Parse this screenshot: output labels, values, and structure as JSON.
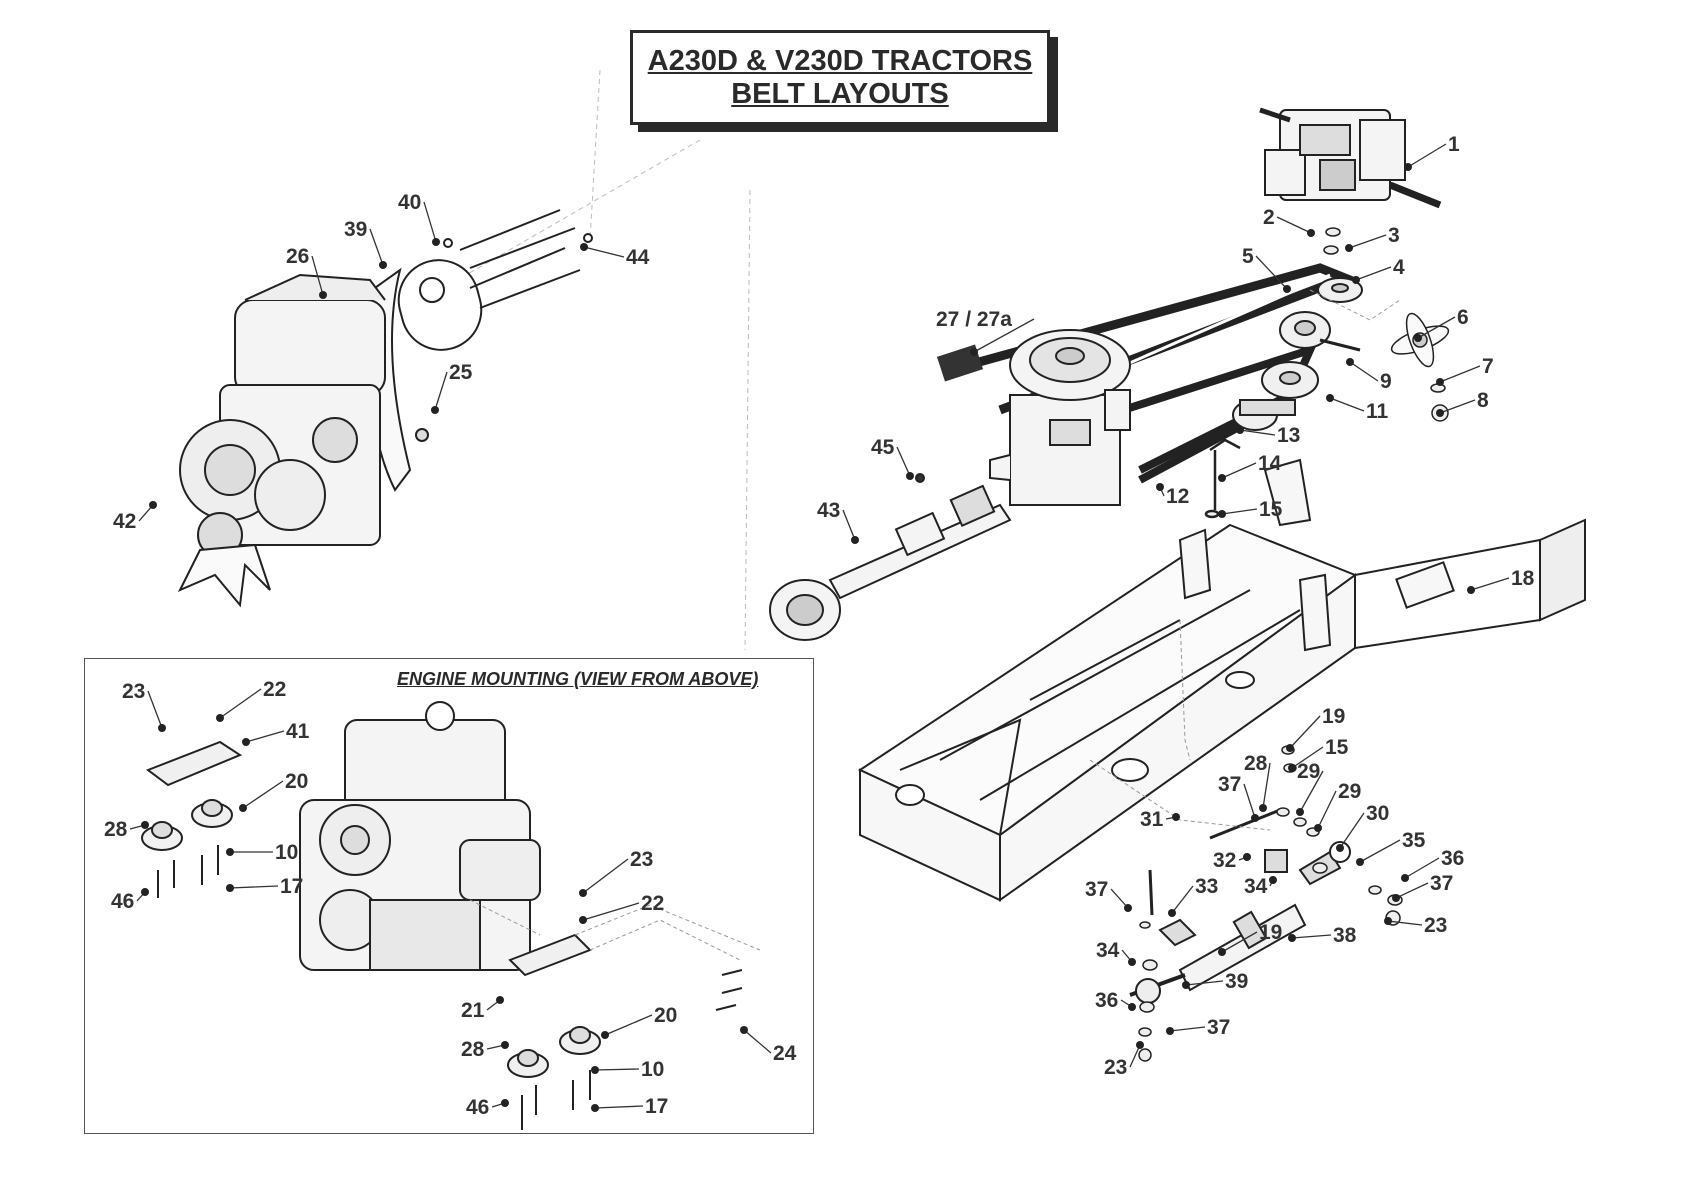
{
  "title": {
    "line1": "A230D & V230D TRACTORS",
    "line2": "BELT LAYOUTS"
  },
  "inset": {
    "title": "ENGINE MOUNTING (VIEW FROM ABOVE)"
  },
  "callouts": [
    {
      "id": "c1",
      "label": "1"
    },
    {
      "id": "c2",
      "label": "2"
    },
    {
      "id": "c3",
      "label": "3"
    },
    {
      "id": "c4",
      "label": "4"
    },
    {
      "id": "c5",
      "label": "5"
    },
    {
      "id": "c6",
      "label": "6"
    },
    {
      "id": "c7",
      "label": "7"
    },
    {
      "id": "c8",
      "label": "8"
    },
    {
      "id": "c9",
      "label": "9"
    },
    {
      "id": "c11",
      "label": "11"
    },
    {
      "id": "c12",
      "label": "12"
    },
    {
      "id": "c13",
      "label": "13"
    },
    {
      "id": "c14",
      "label": "14"
    },
    {
      "id": "c15a",
      "label": "15"
    },
    {
      "id": "c15b",
      "label": "15"
    },
    {
      "id": "c18",
      "label": "18"
    },
    {
      "id": "c19a",
      "label": "19"
    },
    {
      "id": "c19b",
      "label": "19"
    },
    {
      "id": "c25",
      "label": "25"
    },
    {
      "id": "c26",
      "label": "26"
    },
    {
      "id": "c27",
      "label": "27 / 27a"
    },
    {
      "id": "c28a",
      "label": "28"
    },
    {
      "id": "c29a",
      "label": "29"
    },
    {
      "id": "c29b",
      "label": "29"
    },
    {
      "id": "c30",
      "label": "30"
    },
    {
      "id": "c31",
      "label": "31"
    },
    {
      "id": "c32",
      "label": "32"
    },
    {
      "id": "c33",
      "label": "33"
    },
    {
      "id": "c34a",
      "label": "34"
    },
    {
      "id": "c34b",
      "label": "34"
    },
    {
      "id": "c35",
      "label": "35"
    },
    {
      "id": "c36a",
      "label": "36"
    },
    {
      "id": "c36b",
      "label": "36"
    },
    {
      "id": "c37a",
      "label": "37"
    },
    {
      "id": "c37b",
      "label": "37"
    },
    {
      "id": "c37c",
      "label": "37"
    },
    {
      "id": "c37d",
      "label": "37"
    },
    {
      "id": "c38",
      "label": "38"
    },
    {
      "id": "c39a",
      "label": "39"
    },
    {
      "id": "c39b",
      "label": "39"
    },
    {
      "id": "c40",
      "label": "40"
    },
    {
      "id": "c42",
      "label": "42"
    },
    {
      "id": "c43",
      "label": "43"
    },
    {
      "id": "c44",
      "label": "44"
    },
    {
      "id": "c45",
      "label": "45"
    },
    {
      "id": "c23a",
      "label": "23"
    },
    {
      "id": "c23b",
      "label": "23"
    },
    {
      "id": "c23c",
      "label": "23"
    },
    {
      "id": "c23d",
      "label": "23"
    },
    {
      "id": "c22a",
      "label": "22"
    },
    {
      "id": "c22b",
      "label": "22"
    },
    {
      "id": "c41",
      "label": "41"
    },
    {
      "id": "c20a",
      "label": "20"
    },
    {
      "id": "c20b",
      "label": "20"
    },
    {
      "id": "c28b",
      "label": "28"
    },
    {
      "id": "c28c",
      "label": "28"
    },
    {
      "id": "c10a",
      "label": "10"
    },
    {
      "id": "c10b",
      "label": "10"
    },
    {
      "id": "c46a",
      "label": "46"
    },
    {
      "id": "c46b",
      "label": "46"
    },
    {
      "id": "c17a",
      "label": "17"
    },
    {
      "id": "c17b",
      "label": "17"
    },
    {
      "id": "c21",
      "label": "21"
    },
    {
      "id": "c24",
      "label": "24"
    }
  ]
}
